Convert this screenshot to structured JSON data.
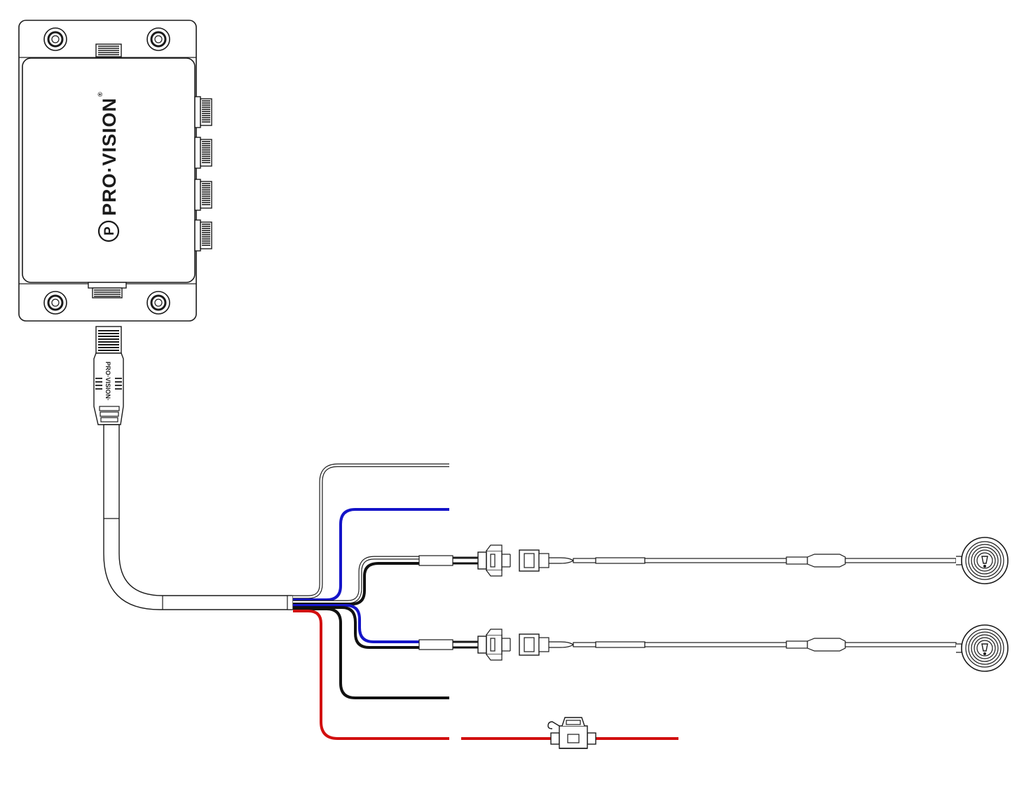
{
  "diagram": {
    "brand_text": "PRO·VISION",
    "brand_mark": "P",
    "registered_mark": "®",
    "cable_brand_text": "PRO·VISION·",
    "colors": {
      "white_wire": "#ffffff",
      "blue_wire": "#1414c8",
      "black_wire": "#111111",
      "red_wire": "#d20f0f",
      "outline": "#1a1a1a"
    },
    "components": [
      {
        "name": "control-module",
        "icon": "junction-box"
      },
      {
        "name": "main-cable",
        "icon": "cable-connector"
      },
      {
        "name": "white-wire",
        "color": "white"
      },
      {
        "name": "blue-wire",
        "color": "blue"
      },
      {
        "name": "sensor-harness-1",
        "icon": "molex-connector"
      },
      {
        "name": "sensor-harness-2",
        "icon": "molex-connector"
      },
      {
        "name": "black-wire",
        "color": "black"
      },
      {
        "name": "red-wire",
        "color": "red"
      },
      {
        "name": "inline-fuse",
        "icon": "fuse-holder"
      },
      {
        "name": "sensor-1",
        "icon": "round-sensor"
      },
      {
        "name": "sensor-2",
        "icon": "round-sensor"
      }
    ]
  }
}
